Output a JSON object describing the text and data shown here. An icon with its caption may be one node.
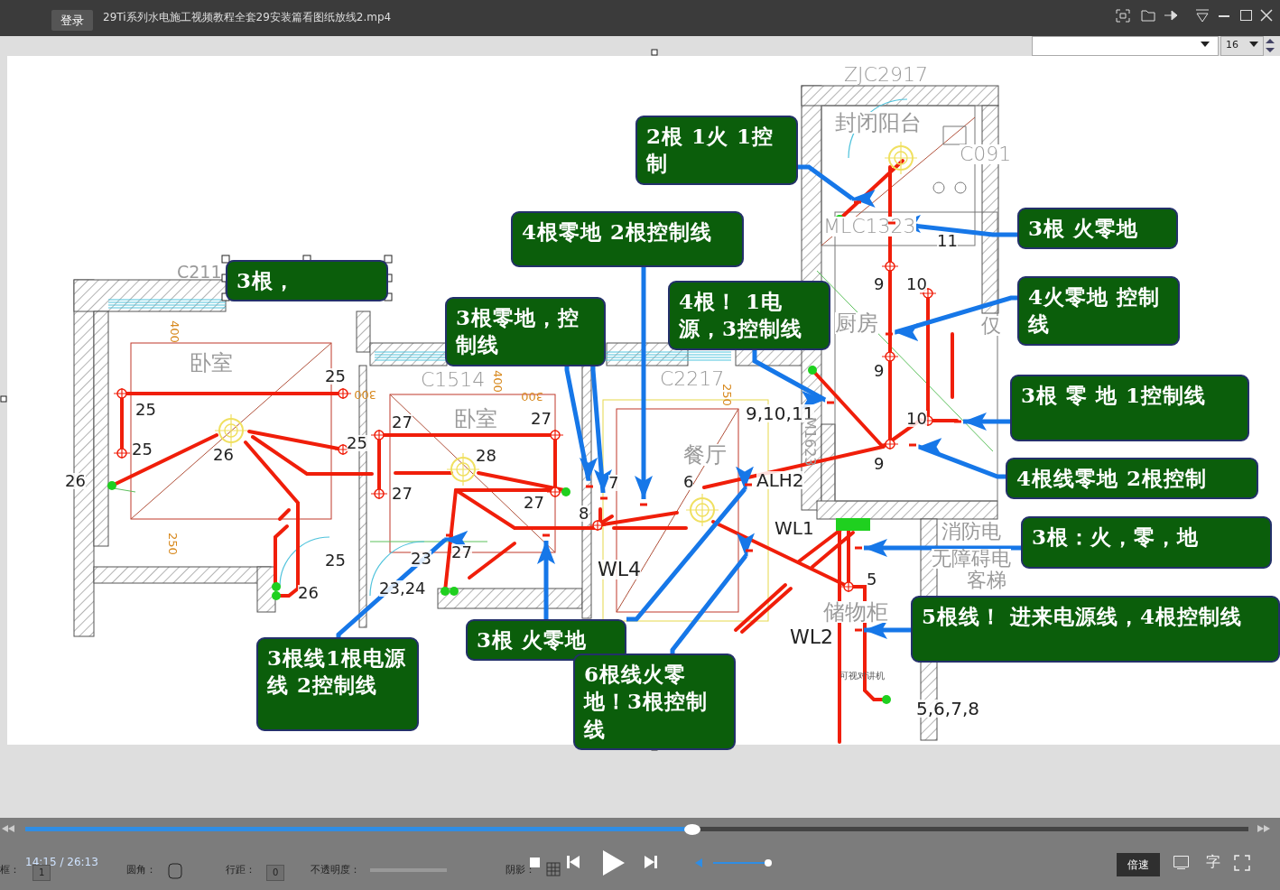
{
  "diagram": {
    "nodes": [
      {
        "text": [
          "2根 1火 1控制"
        ]
      },
      {
        "text": [
          "3根，"
        ]
      },
      {
        "text": [
          "4根零地 2根控制线"
        ]
      },
      {
        "text": [
          "3根零地，控制线"
        ]
      },
      {
        "text": [
          "4根！ 1电源，3控制线"
        ]
      },
      {
        "text": [
          "3根 火零地"
        ]
      },
      {
        "text": [
          "4火零地 控制线"
        ]
      },
      {
        "text": [
          "3根 零 地 1控制线"
        ]
      },
      {
        "text": [
          "4根线零地 2根控制"
        ]
      },
      {
        "text": [
          "3根：火，零，地"
        ]
      },
      {
        "text": [
          "5根线！ 进来电源线，4根控制线"
        ]
      },
      {
        "text": [
          "3根线1根电源线 2控制线"
        ]
      },
      {
        "text": [
          "3根 火零地"
        ]
      },
      {
        "text": [
          "6根线火零地！3根控制线"
        ]
      },
      {
        "text": [],
        "shape": "line"
      },
      {
        "text": [],
        "shape": "line"
      },
      {
        "text": [],
        "shape": "line"
      },
      {
        "text": [],
        "shape": "line"
      },
      {
        "text": [],
        "shape": "line"
      },
      {
        "text": [],
        "shape": "line"
      },
      {
        "text": [],
        "shape": "line"
      },
      {
        "text": [],
        "shape": "line"
      },
      {
        "text": [],
        "shape": "line"
      },
      {
        "text": [],
        "shape": "line"
      },
      {
        "text": [],
        "shape": "line"
      },
      {
        "text": [],
        "shape": "line"
      },
      {
        "text": [],
        "shape": "line"
      },
      {
        "text": [],
        "shape": "line"
      },
      {
        "text": [],
        "shape": "line"
      }
    ],
    "edges": [
      {
        "from": 0,
        "to": 14,
        "arrow": "to"
      },
      {
        "from": 2,
        "to": 15,
        "arrow": "to"
      },
      {
        "from": 3,
        "to": 16,
        "arrow": "to"
      },
      {
        "from": 3,
        "to": 17,
        "arrow": "to"
      },
      {
        "from": 4,
        "to": 18,
        "arrow": "to"
      },
      {
        "from": 5,
        "to": 19,
        "arrow": "to"
      },
      {
        "from": 6,
        "to": 20,
        "arrow": "to"
      },
      {
        "from": 7,
        "to": 21,
        "arrow": "to"
      },
      {
        "from": 8,
        "to": 22,
        "arrow": "to"
      },
      {
        "from": 9,
        "to": 23,
        "arrow": "to"
      },
      {
        "from": 10,
        "to": 24,
        "arrow": "to"
      },
      {
        "from": 11,
        "to": 25,
        "arrow": "to"
      },
      {
        "from": 12,
        "to": 26,
        "arrow": "to"
      },
      {
        "from": 12,
        "to": 27,
        "arrow": "to"
      },
      {
        "from": 13,
        "to": 28,
        "arrow": "to"
      }
    ],
    "labels": [
      "登录",
      "29Ti系列水电施工视频教程全套29安装篇看图纸放线2.mp4",
      "16",
      "ZJC2917",
      "封闭阳台",
      "C091",
      "MLC1323",
      "11",
      "C211",
      "9",
      "10",
      "厨房",
      "仅",
      "9",
      "10",
      "9",
      "400",
      "卧室",
      "25",
      "25",
      "25",
      "25",
      "26",
      "26",
      "C1514",
      "400",
      "300",
      "300",
      "卧室",
      "27",
      "27",
      "28",
      "27",
      "27",
      "C2217",
      "250",
      "9,10,11",
      "M1623",
      "餐厅",
      "7",
      "6",
      "ALH2",
      "8",
      "WL1",
      "消防电",
      "无障碍电",
      "客梯",
      "250",
      "25",
      "26",
      "23",
      "27",
      "23,24",
      "WL4",
      "5",
      "储物柜",
      "WL2",
      "可视对讲机",
      "5,6,7,8",
      "14:15 / 26:13",
      "圆角：",
      "行距：",
      "0",
      "不透明度：",
      "阴影：",
      "倍速",
      "字",
      "框：",
      "1"
    ]
  }
}
